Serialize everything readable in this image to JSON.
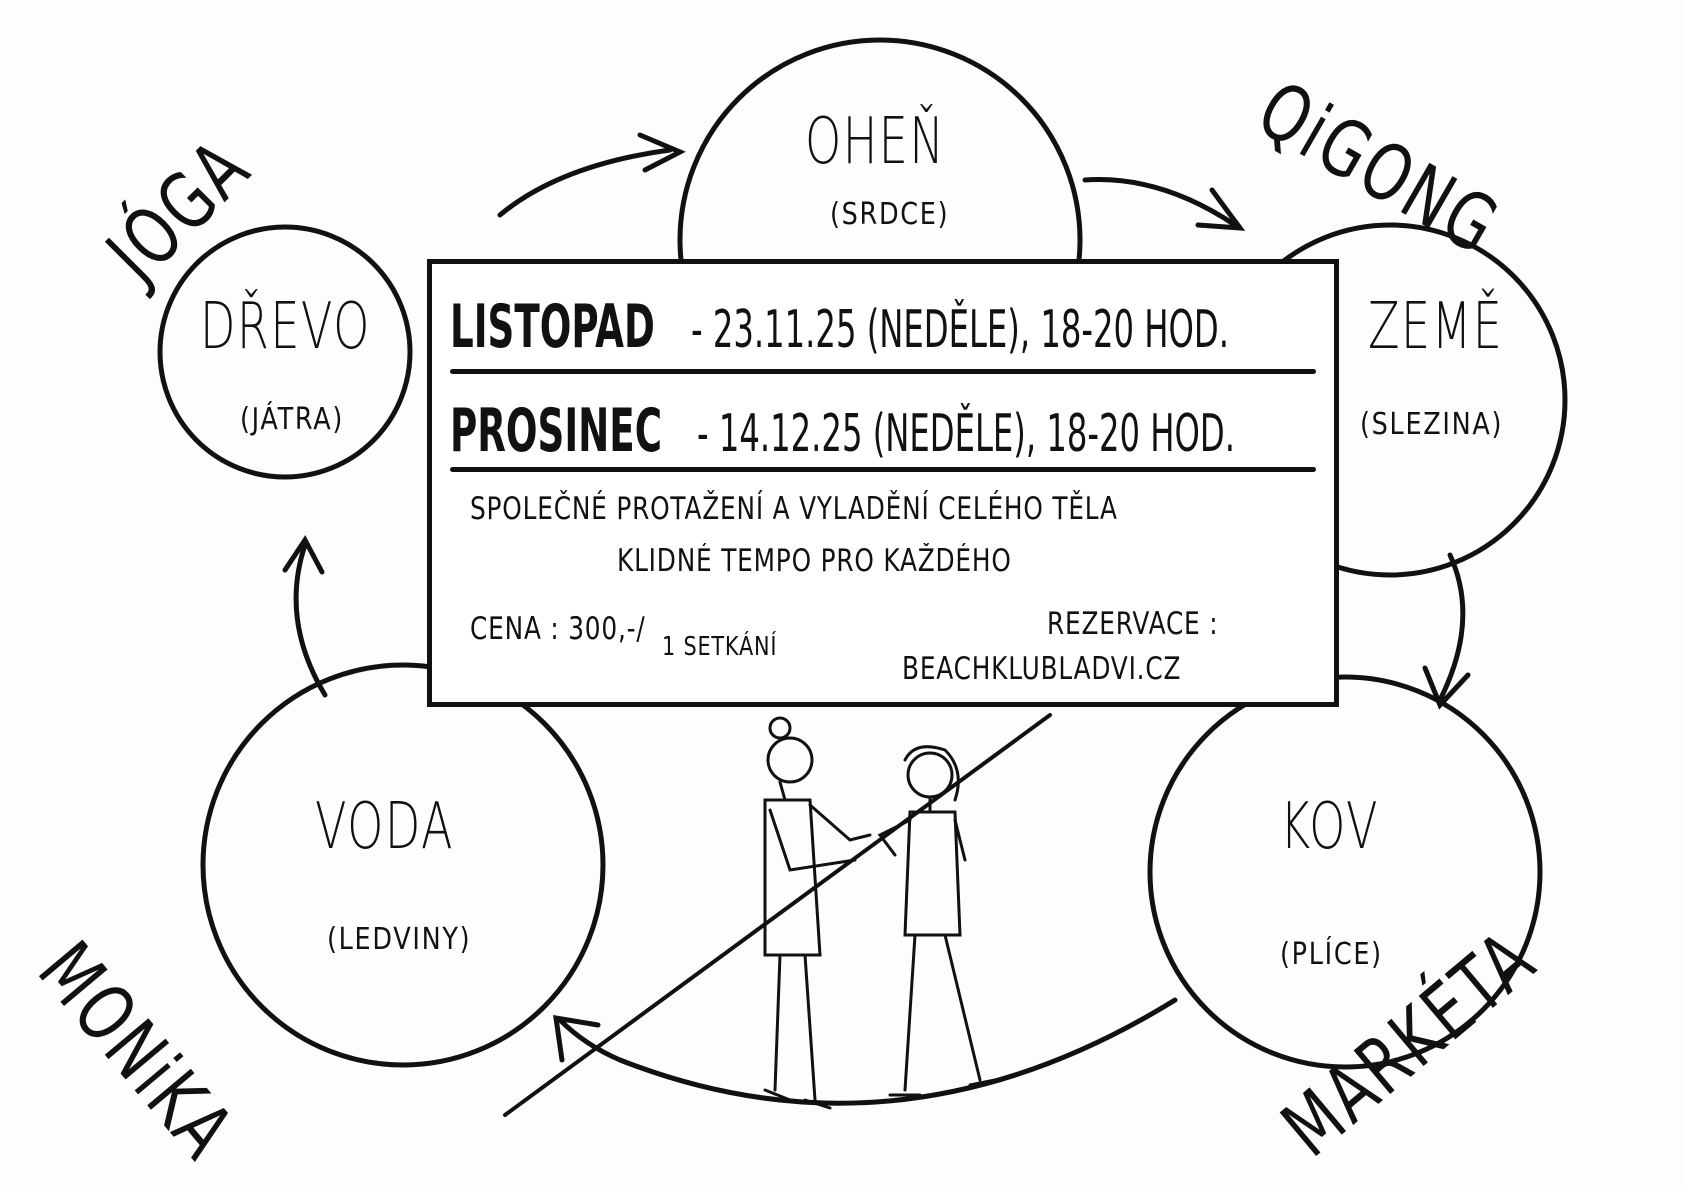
{
  "practices": {
    "left": "JÓGA",
    "right": "QiGONG"
  },
  "teachers": {
    "left": "MONiKA",
    "right": "MARKÉTA"
  },
  "elements": [
    {
      "element": "OHEŇ",
      "organ": "(SRDCE)"
    },
    {
      "element": "ZEMĚ",
      "organ": "(SLEZINA)"
    },
    {
      "element": "KOV",
      "organ": "(PLÍCE)"
    },
    {
      "element": "VODA",
      "organ": "(LEDVINY)"
    },
    {
      "element": "DŘEVO",
      "organ": "(JÁTRA)"
    }
  ],
  "schedule": [
    {
      "month": "LISTOPAD",
      "details": "-  23.11.25 (NEDĚLE), 18-20 HOD."
    },
    {
      "month": "PROSINEC",
      "details": "- 14.12.25 (NEDĚLE), 18-20 HOD."
    }
  ],
  "description": [
    "SPOLEČNÉ PROTAŽENÍ A VYLADĚNÍ CELÉHO TĚLA",
    "KLIDNÉ TEMPO PRO KAŽDÉHO"
  ],
  "price": {
    "label": "CENA : 300,-/",
    "unit": "1 SETKÁNÍ"
  },
  "reservation": {
    "label": "REZERVACE :",
    "site": "BEACHKLUBLADVI.CZ"
  }
}
